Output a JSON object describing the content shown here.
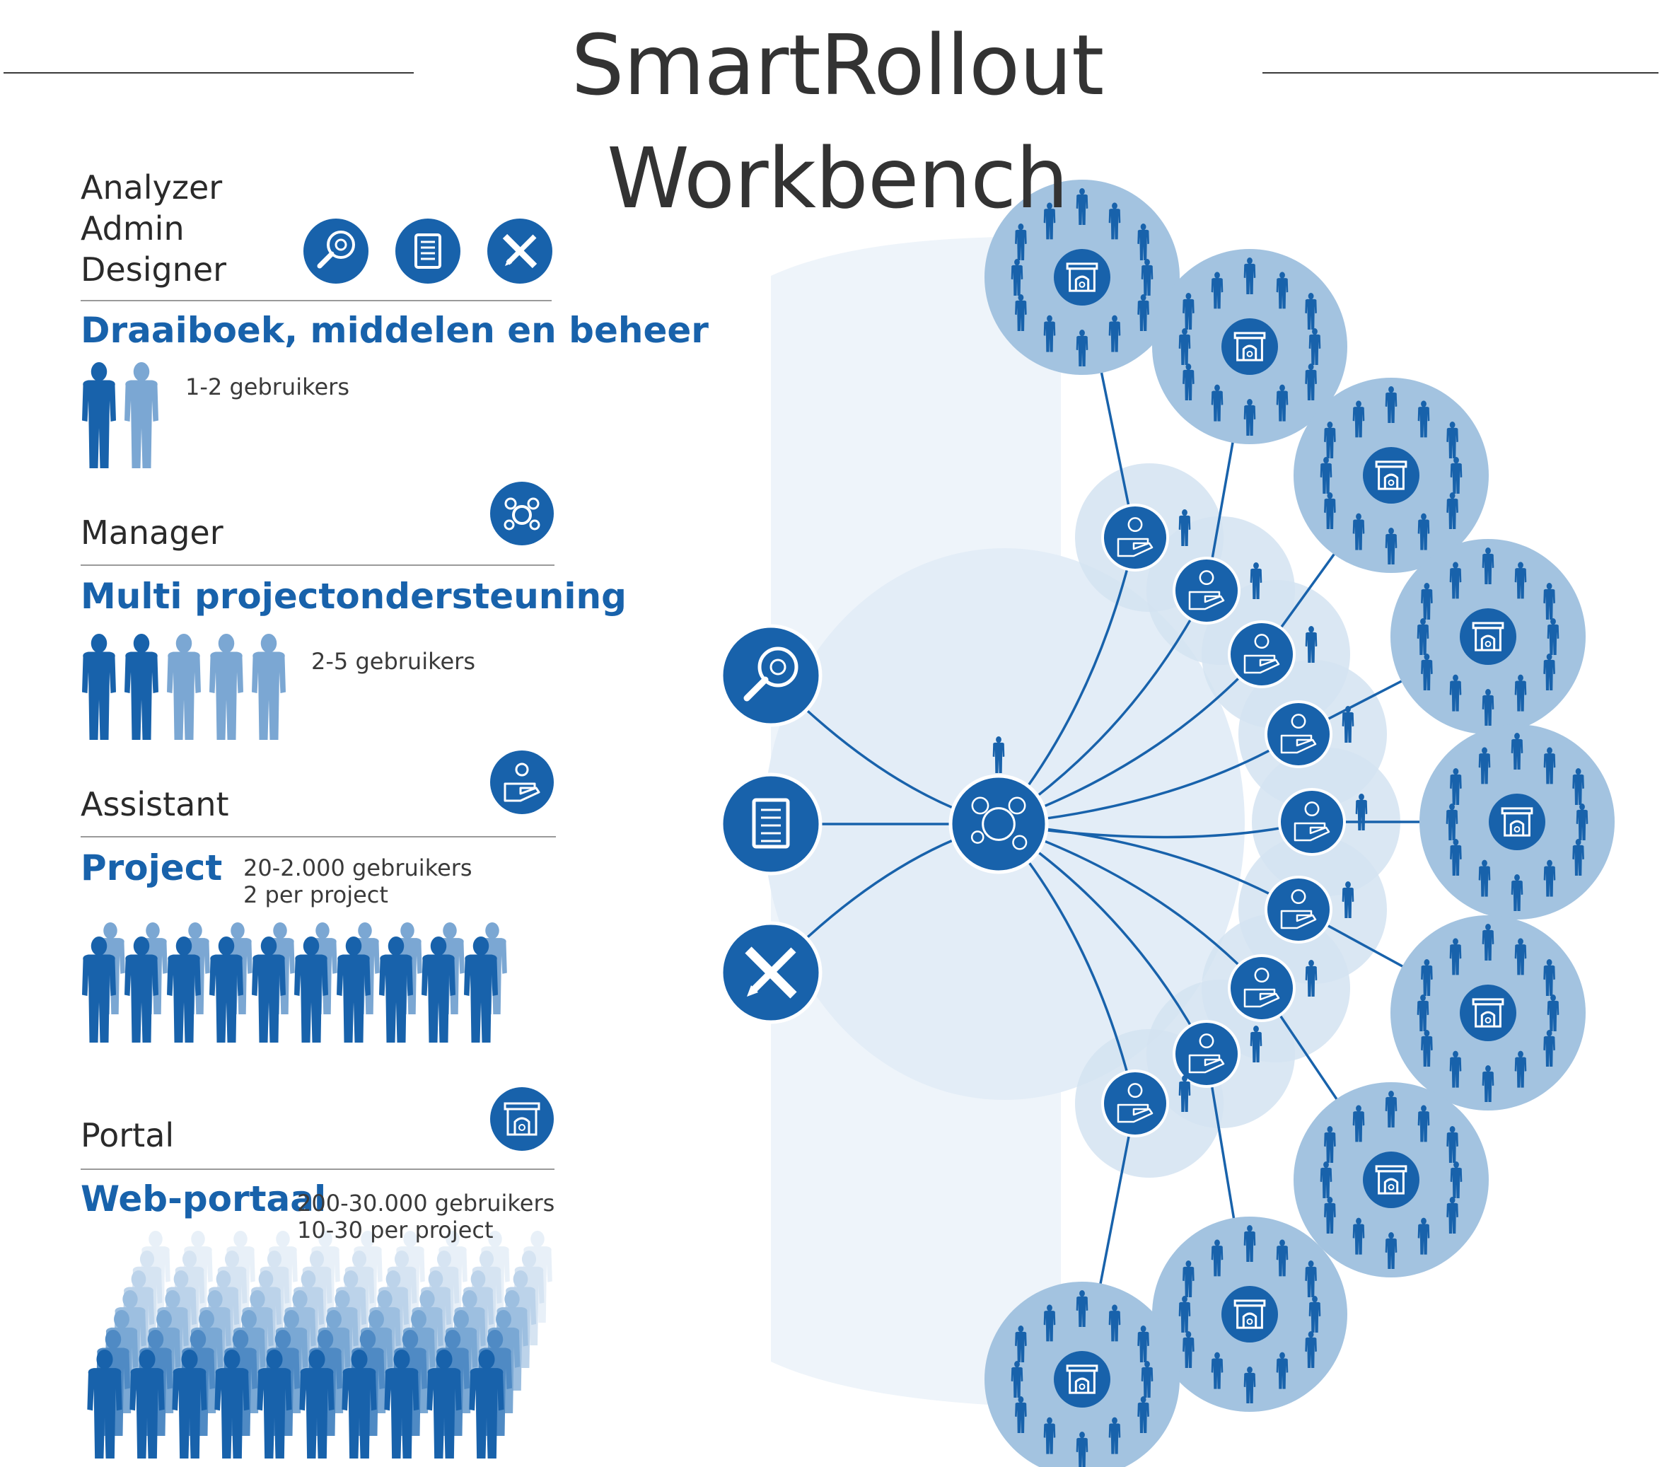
{
  "title": "SmartRollout Workbench",
  "sections": {
    "admin": {
      "roles": [
        "Analyzer",
        "Admin",
        "Designer"
      ],
      "heading": "Draaiboek, middelen en beheer",
      "users": "1-2 gebruikers"
    },
    "manager": {
      "role": "Manager",
      "heading": "Multi projectondersteuning",
      "users": "2-5 gebruikers"
    },
    "assistant": {
      "role": "Assistant",
      "heading": "Project",
      "users_line1": "20-2.000 gebruikers",
      "users_line2": "2 per project"
    },
    "portal": {
      "role": "Portal",
      "heading": "Web-portaal",
      "users_line1": "200-30.000 gebruikers",
      "users_line2": "10-30 per project"
    }
  },
  "icons": {
    "analyzer": "magnifier-gear-icon",
    "admin": "document-list-icon",
    "designer": "pencil-ruler-icon",
    "manager": "gears-icon",
    "assistant": "hand-gear-icon",
    "portal": "portal-gate-icon"
  },
  "colors": {
    "brand_blue": "#1862ab",
    "light_blue": "#7ba7d3",
    "bubble_blue": "#a3c3e0",
    "pale_blue": "#d4e3f1",
    "background_blue": "#eef4fa",
    "text_dark": "#2a2a2a"
  }
}
